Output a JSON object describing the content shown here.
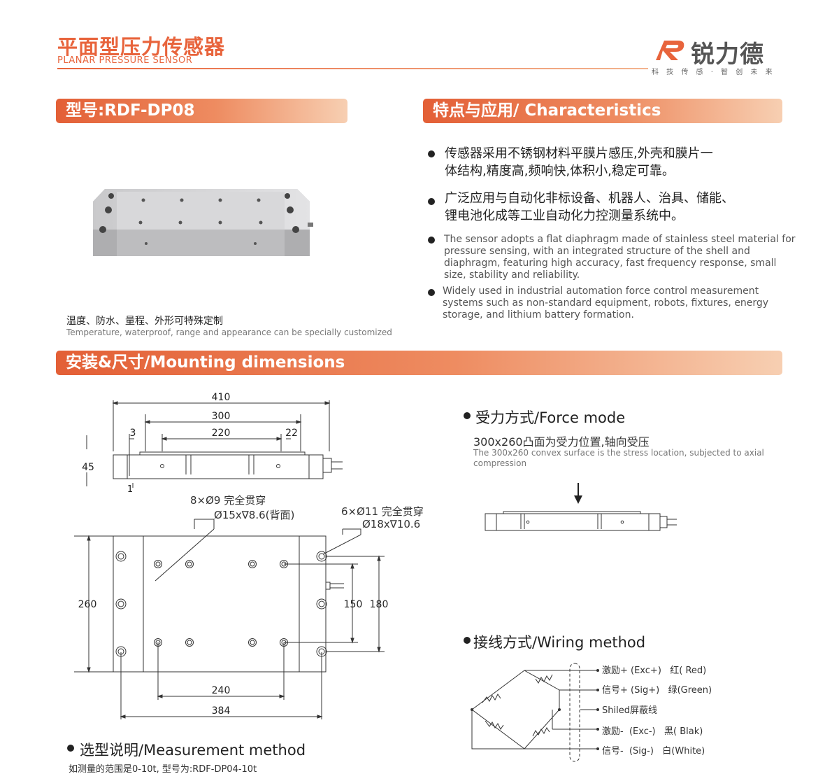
{
  "header": {
    "title_cn": "平面型压力传感器",
    "title_en": "PLANAR PRESSURE SENSOR",
    "logo_text": "锐力德",
    "logo_sub": "科 技 传 感 · 智 创 未 来"
  },
  "model": {
    "label": "型号:RDF-DP08"
  },
  "characteristics": {
    "label": "特点与应用/ Characteristics",
    "bullets_cn": [
      "传感器采用不锈钢材料平膜片感压,外壳和膜片一",
      "体结构,精度高,频响快,体积小,稳定可靠。",
      "广泛应用与自动化非标设备、机器人、治具、储能、",
      "锂电池化成等工业自动化力控测量系统中。"
    ],
    "bullets_en": [
      "The sensor adopts a flat diaphragm made of stainless steel material for",
      "pressure sensing, with an integrated structure of the shell and",
      "diaphragm, featuring high accuracy, fast frequency response, small",
      "size, stability and reliability.",
      "Widely used in industrial automation force control measurement",
      "systems such as non-standard equipment, robots, fixtures, energy",
      "storage, and lithium battery formation."
    ]
  },
  "custom": {
    "cn": "温度、防水、量程、外形可特殊定制",
    "en": "Temperature, waterproof, range and appearance can be specially customized"
  },
  "mounting": {
    "label": "安装&尺寸/Mounting dimensions",
    "dims": {
      "d410": "410",
      "d300": "300",
      "d220": "220",
      "d3": "3",
      "d22": "22",
      "d45": "45",
      "d1": "1",
      "d260": "260",
      "d150": "150",
      "d180": "180",
      "d240": "240",
      "d384": "384"
    },
    "hole_note_1a": "8×Ø9 完全贯穿",
    "hole_note_1b": "Ø15x∇8.6(背面)",
    "hole_note_2a": "6×Ø11 完全贯穿",
    "hole_note_2b": "Ø18x∇10.6"
  },
  "force_mode": {
    "heading": "受力方式/Force mode",
    "cn": "300x260凸面为受力位置,轴向受压",
    "en_1": "The 300x260 convex surface is the stress location, subjected to axial",
    "en_2": "compression"
  },
  "wiring": {
    "heading": "接线方式/Wiring method",
    "lines": [
      "激励+ (Exc+)   红( Red)",
      "信号+ (Sig+)   绿(Green)",
      "Shiled屏蔽线",
      "激励-  (Exc-)   黑( Blak)",
      "信号-  (Sig-)   白(White)"
    ]
  },
  "measurement": {
    "heading": "选型说明/Measurement method",
    "text": "如测量的范围是0-10t, 型号为:RDF-DP04-10t"
  },
  "colors": {
    "accent": "#e8643c",
    "bar_end": "#f7cfb2"
  }
}
